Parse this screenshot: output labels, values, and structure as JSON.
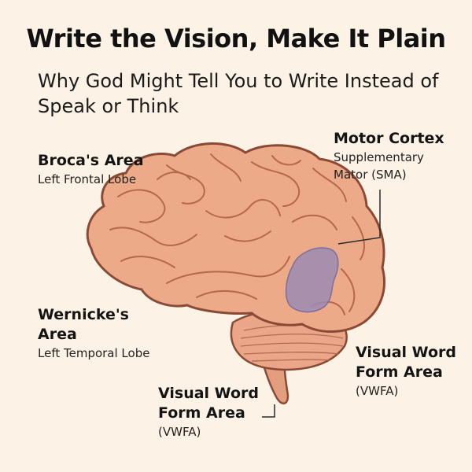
{
  "title": "Write the Vision, Make It Plain",
  "subtitle": "Why God Might Tell You to Write Instead of Speak or Think",
  "labels": {
    "brocas": {
      "name": "Broca's Area",
      "detail": "Left Frontal Lobe"
    },
    "motor": {
      "name": "Motor Cortex",
      "detail_line1": "Supplementary",
      "detail_line2": "Mator (SMA)"
    },
    "wernicke": {
      "name_line1": "Wernicke's",
      "name_line2": "Area",
      "detail": "Left Temporal Lobe"
    },
    "vwfa_right": {
      "name_line1": "Visual Word",
      "name_line2": "Form Area",
      "detail": "(VWFA)"
    },
    "vwfa_bottom": {
      "name_line1": "Visual Word",
      "name_line2": "Form Area",
      "detail": "(VWFA)"
    }
  },
  "colors": {
    "background": "#FCF3E6",
    "brain_fill": "#EDAA88",
    "brain_outline": "#8A4A35",
    "highlight_region": "#9B8CB3"
  }
}
